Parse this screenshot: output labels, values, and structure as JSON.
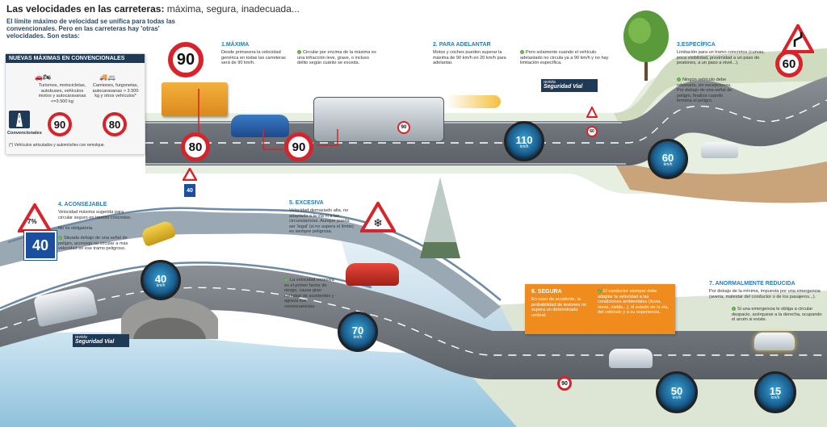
{
  "title": {
    "main": "Las velocidades en las carreteras:",
    "sub": " máxima, segura, inadecuada..."
  },
  "intro": "El límite máximo de velocidad se unifica para todas las convencionales. Pero en las carreteras hay 'otras' velocidades. Son estas:",
  "panel": {
    "header": "NUEVAS MÁXIMAS EN CONVENCIONALES",
    "col1": "Turismos, motocicletas, autobuses, vehículos mixtos y autocaravanas <=3.500 kg",
    "col2": "Camiones, furgonetas, autocaravanas > 3.500 kg y otros vehículos*",
    "conv_label": "Convencionales",
    "speed1": "90",
    "speed2": "80",
    "footnote": "(*) Vehículos articulados y automóviles con remolque."
  },
  "s1": {
    "title": "1.MÁXIMA",
    "text": "Desde primavera la velocidad genérica en todas las carreteras será de 90 km/h.",
    "check": "Circular por encima de la máxima es una infracción leve, grave, o incluso delito según cuánto se exceda.",
    "sign": "90",
    "sign_truck": "80",
    "sign_bus": "90"
  },
  "s2": {
    "title": "2. PARA ADELANTAR",
    "text": "Motos y coches pueden superar la máxima de 90 km/h en 20 km/h para adelantar.",
    "check": "Pero solamente cuando el vehículo adelantado no circula ya a 90 km/h y no hay limitación específica.",
    "gauge": "110",
    "small_sign": "90"
  },
  "s3": {
    "title": "3.ESPECÍFICA",
    "text": "Limitación para un tramo concretos (curvas, poca visibilidad, proximidad a un paso de peatones, a un paso a nivel...).",
    "check": "Ningún vehículo debe rebasarla, sin excepciones. Por debajo de una señal de peligro, finaliza cuando termina el peligro.",
    "sign": "60",
    "gauge": "60",
    "small_sign": "60"
  },
  "s4": {
    "title": "4. ACONSEJABLE",
    "text": "Velocidad máxima sugerida para circular seguro en tramos concretos.",
    "text2": "No es obligatoria.",
    "check": "Situada debajo de una señal de peligro, aconseja no circular a más velocidad en ese tramo peligroso.",
    "sign": "40",
    "grade": "7%",
    "gauge": "40",
    "top_sign": "40"
  },
  "s5": {
    "title": "5. EXCESIVA",
    "text": "Velocidad demasiado alta, no adaptada a la vía ni a las circunstancias. Aunque pueda ser 'legal' (si no supera el límite) es siempre peligrosa.",
    "check": "La velocidad excesiva es el primer factor de riesgo, causa gran cantidad de accidentes y agrava sus consecuencias.",
    "gauge": "70"
  },
  "s6": {
    "title": "6. SEGURA",
    "text": "En caso de accidente, la probabilidad de lesiones no supera un determinado umbral.",
    "check": "El conductor siempre debe adaptar la velocidad a las condiciones ambientales (lluvia, nieve, niebla...), el estado de la vía, del vehículo y a su experiencia.",
    "gauge": "50",
    "small_sign": "90"
  },
  "s7": {
    "title": "7. ANORMALMENTE REDUCIDA",
    "text": "Por debajo de la mínima, impuesta por una emergencia (avería, malestar del conductor o de los pasajeros...).",
    "check": "Si una emergencia le obliga a circular despacio, acérquese a la derecha, ocupando el arcén si existe.",
    "gauge": "15"
  },
  "brand": {
    "l1": "revista",
    "l2": "Seguridad Vial"
  },
  "unit": "km/h",
  "colors": {
    "accent": "#2a7ab8",
    "sign_red": "#d8232a",
    "orange_box": "#f08c1e",
    "check_green": "#58a83a"
  }
}
